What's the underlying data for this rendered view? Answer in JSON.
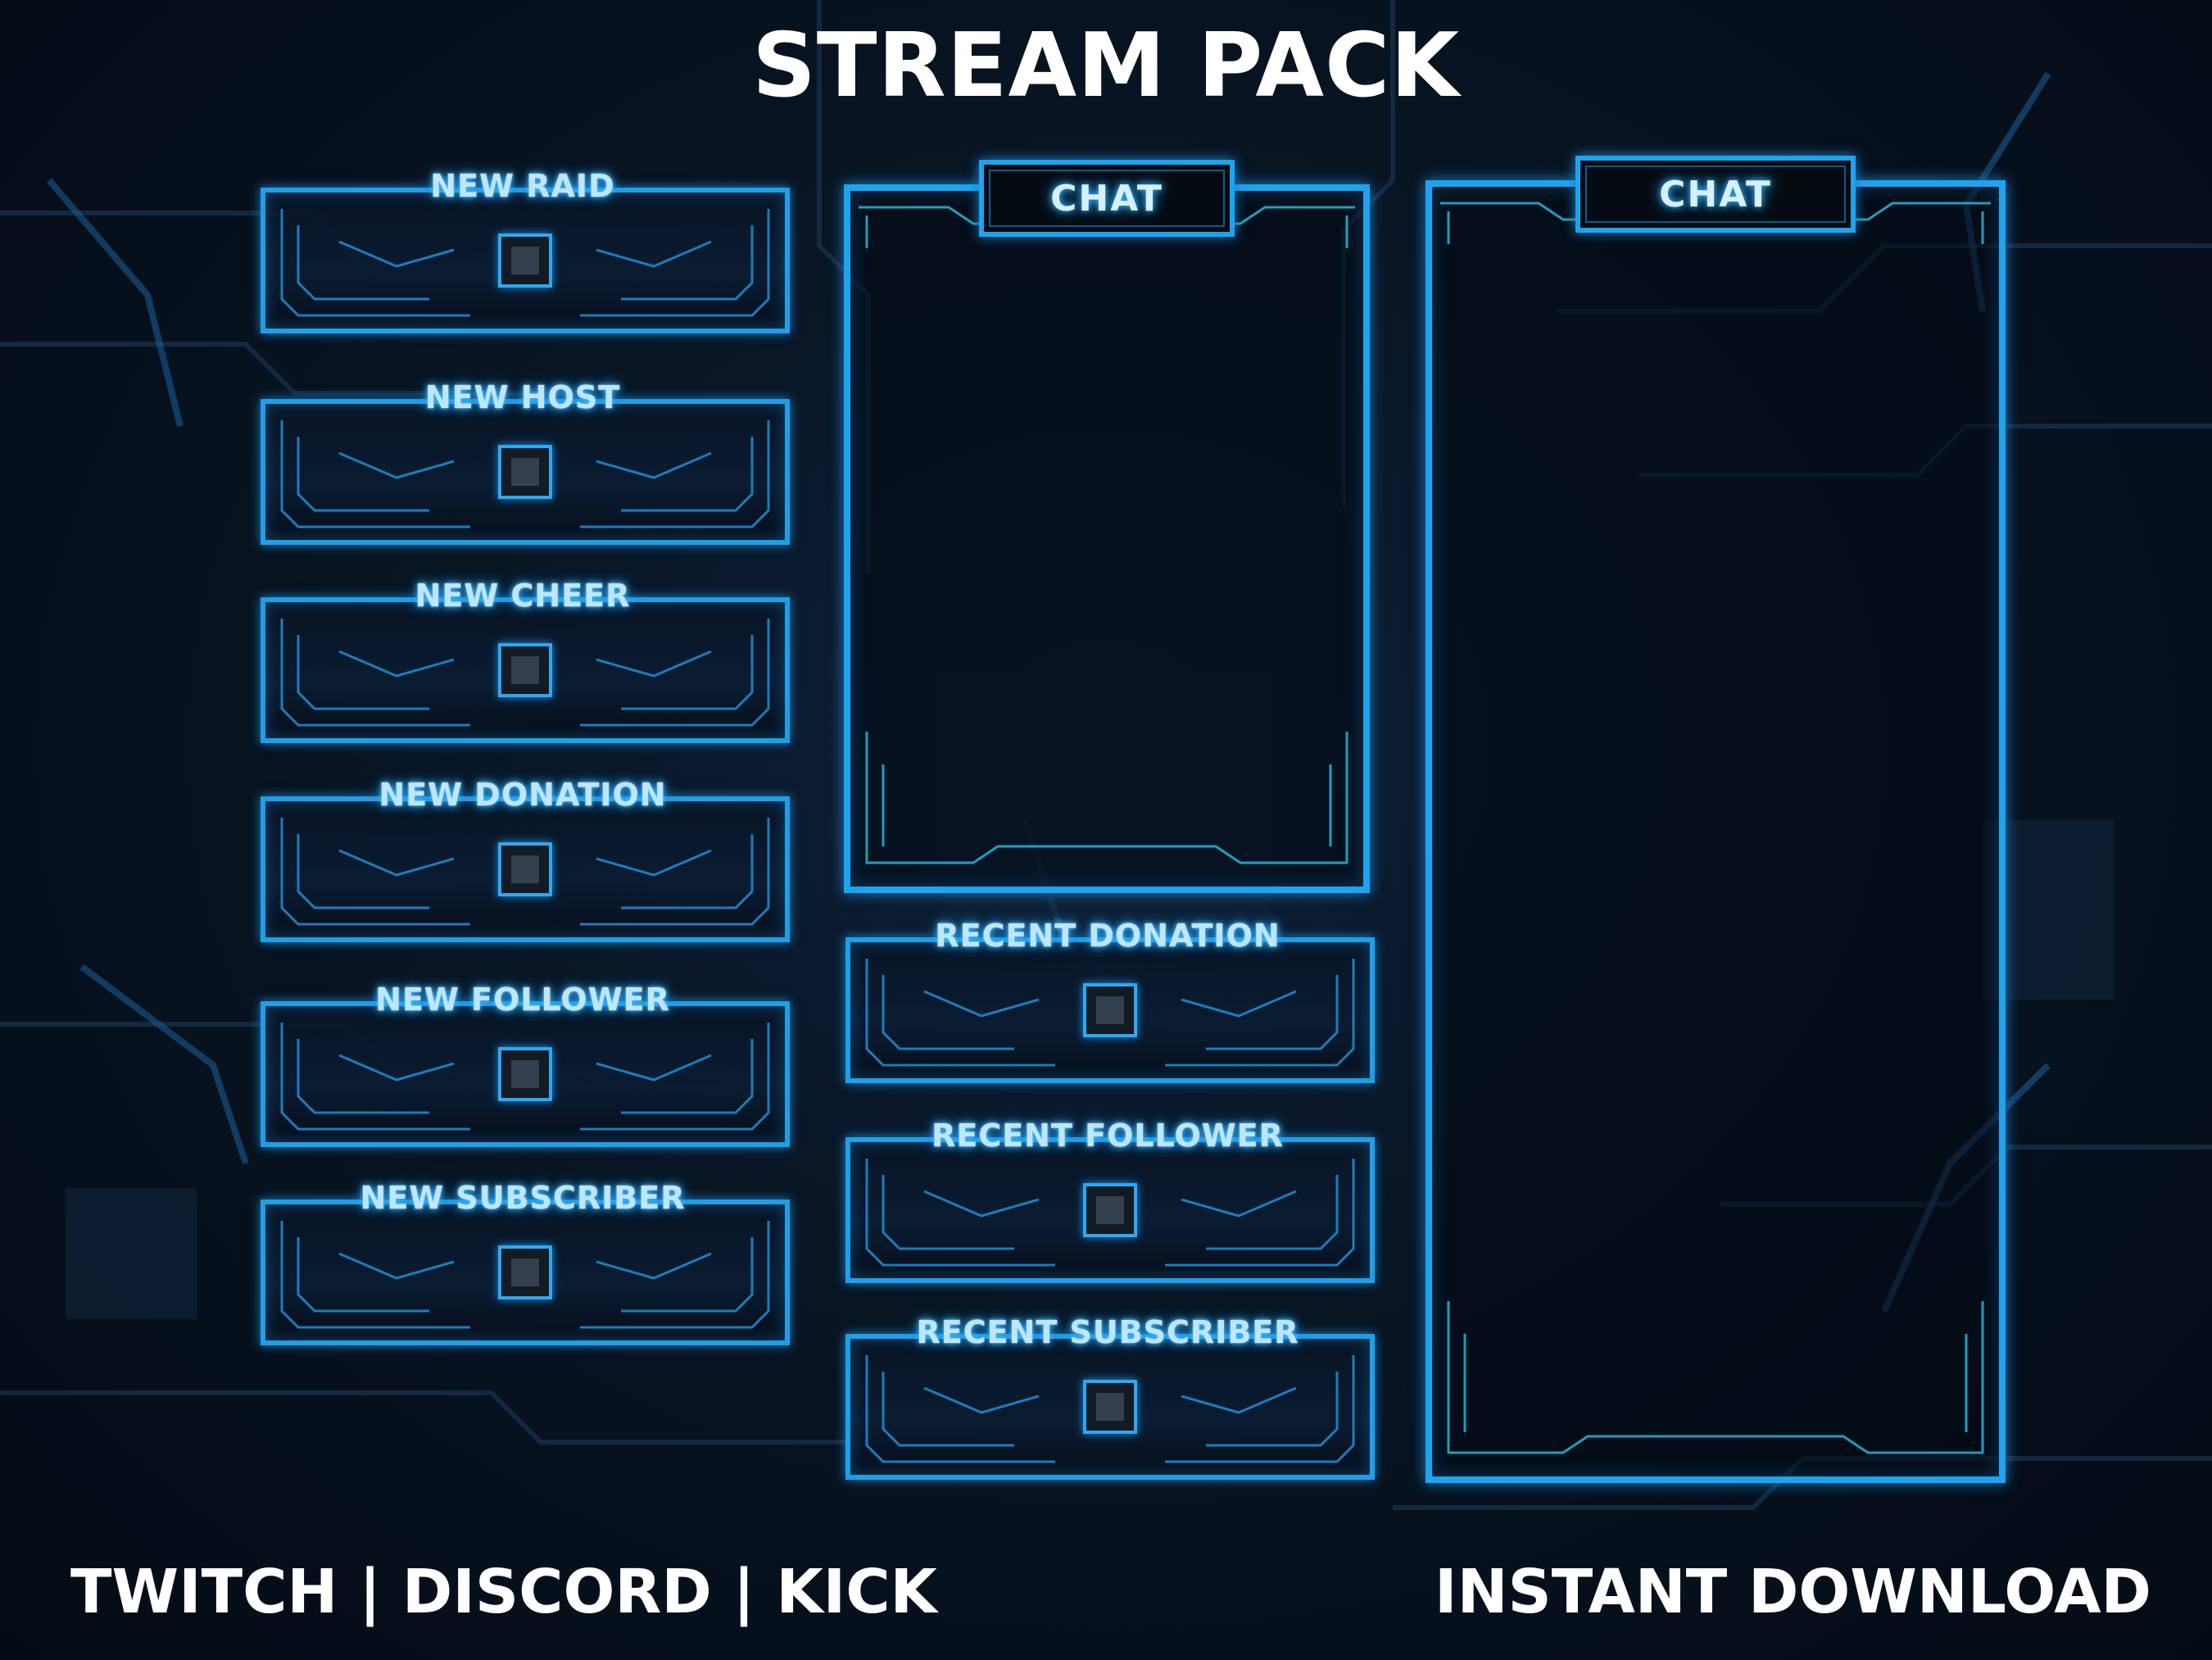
{
  "title": "STREAM PACK",
  "footer": {
    "platforms": "TWITCH | DISCORD | KICK",
    "download": "INSTANT DOWNLOAD"
  },
  "alerts_left": [
    {
      "label": "NEW RAID"
    },
    {
      "label": "NEW HOST"
    },
    {
      "label": "NEW CHEER"
    },
    {
      "label": "NEW DONATION"
    },
    {
      "label": "NEW FOLLOWER"
    },
    {
      "label": "NEW SUBSCRIBER"
    }
  ],
  "alerts_middle": [
    {
      "label": "RECENT DONATION"
    },
    {
      "label": "RECENT FOLLOWER"
    },
    {
      "label": "RECENT SUBSCRIBER"
    }
  ],
  "chat_panels": [
    {
      "label": "CHAT"
    },
    {
      "label": "CHAT"
    }
  ],
  "colors": {
    "accent": "#1ea4ee",
    "glow_text": "#bfe6ff",
    "background": "#081523"
  }
}
